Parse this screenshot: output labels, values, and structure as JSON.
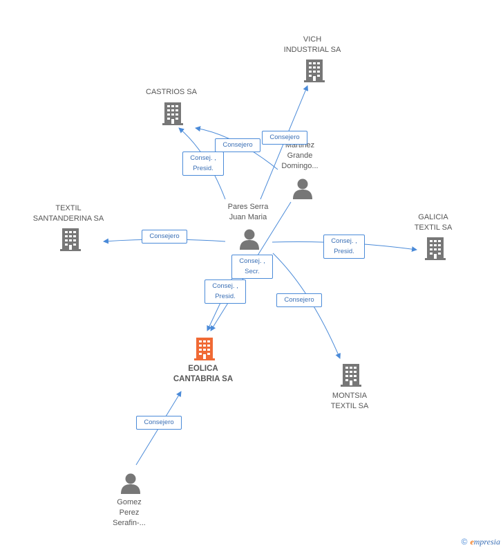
{
  "colors": {
    "company": "#777777",
    "focus": "#f06a35",
    "person": "#777777",
    "edge": "#4a8ad8"
  },
  "nodes": {
    "vich": {
      "label": "VICH\nINDUSTRIAL SA",
      "icon": "building-icon"
    },
    "castrios": {
      "label": "CASTRIOS SA",
      "icon": "building-icon"
    },
    "martinez": {
      "label": "Martinez\nGrande\nDomingo...",
      "icon": "person-icon"
    },
    "pares": {
      "label": "Pares Serra\nJuan Maria",
      "icon": "person-icon"
    },
    "textil_sant": {
      "label": "TEXTIL\nSANTANDERINA SA",
      "icon": "building-icon"
    },
    "galicia": {
      "label": "GALICIA\nTEXTIL SA",
      "icon": "building-icon"
    },
    "eolica": {
      "label": "EOLICA\nCANTABRIA SA",
      "icon": "building-icon"
    },
    "montsia": {
      "label": "MONTSIA\nTEXTIL SA",
      "icon": "building-icon"
    },
    "gomez": {
      "label": "Gomez\nPerez\nSerafin-...",
      "icon": "person-icon"
    }
  },
  "edges": {
    "pares_vich": "Consejero",
    "martinez_castrios": "Consejero",
    "pares_castrios": "Consej. ,\nPresid.",
    "pares_textil": "Consejero",
    "pares_galicia": "Consej. ,\nPresid.",
    "martinez_eolica": "Consej. ,\nSecr.",
    "pares_eolica": "Consej. ,\nPresid.",
    "pares_montsia": "Consejero",
    "gomez_eolica": "Consejero"
  },
  "brand": {
    "copyright": "©",
    "e": "e",
    "rest": "mpresia"
  }
}
